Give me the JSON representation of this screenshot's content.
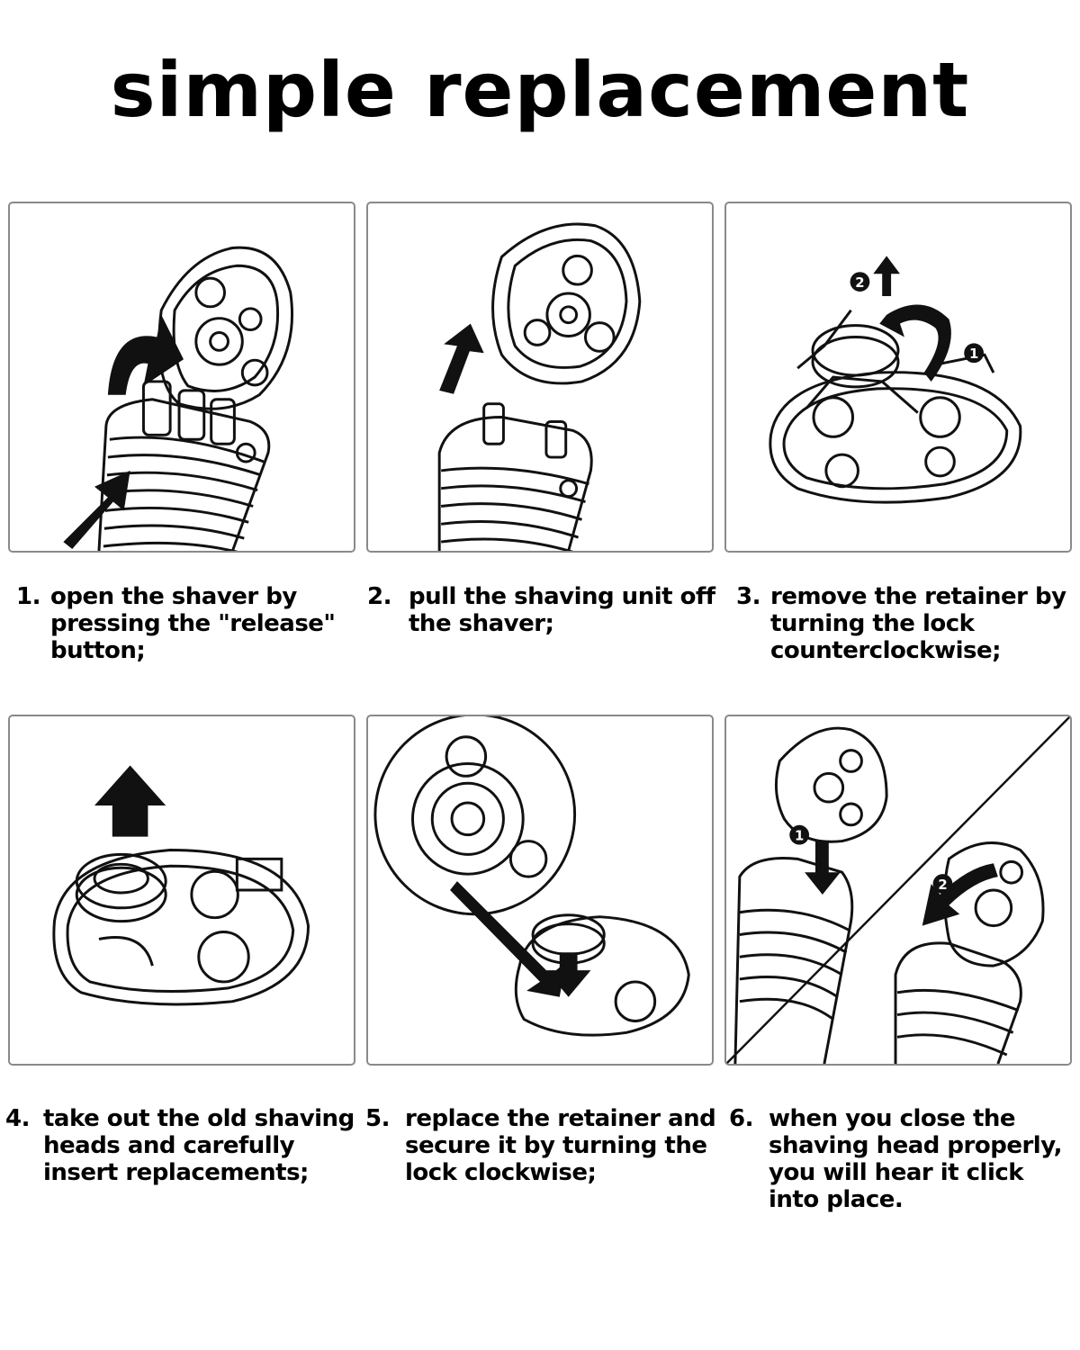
{
  "title": "simple replacement",
  "steps": [
    {
      "num": "1.",
      "text": "open the shaver by pressing the \"release\" button;"
    },
    {
      "num": "2.",
      "text": "pull the shaving unit off the shaver;"
    },
    {
      "num": "3.",
      "text": "remove the retainer by turning the lock counterclockwise;"
    },
    {
      "num": "4.",
      "text": "take out the old shaving heads and carefully insert replacements;"
    },
    {
      "num": "5.",
      "text": "replace the retainer and secure it by turning the lock clockwise;"
    },
    {
      "num": "6.",
      "text": "when you close the shaving head properly, you will hear it click into place."
    }
  ],
  "badges": {
    "one": "1",
    "two": "2"
  },
  "icons": [
    "arrow-icon",
    "shaver-illustration",
    "shaving-head-illustration",
    "retainer-illustration",
    "magnifier-illustration"
  ]
}
